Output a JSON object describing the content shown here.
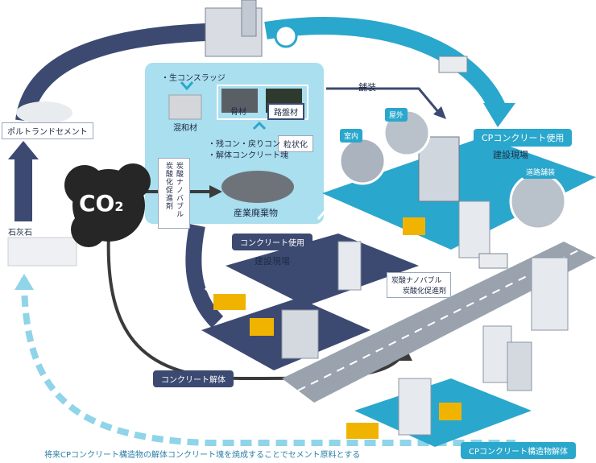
{
  "labels": {
    "portland_cement": "ポルトランドセメント",
    "limestone": "石灰石",
    "co2": "CO",
    "co2_sub": "2",
    "sludge": "・生コンスラッジ",
    "mixed_material": "混和材",
    "aggregate": "骨材",
    "roadbed": "路盤材",
    "granulate": "粒状化",
    "leftover": "・残コン・戻りコン",
    "demolished_block": "・解体コンクリート塊",
    "industrial_waste": "産業廃棄物",
    "carbonation_agent": "炭酸ナノバブル 炭酸化促進剤",
    "carbonation_agent_2a": "炭酸ナノバブル",
    "carbonation_agent_2b": "炭酸化促進剤",
    "paving": "舗装",
    "indoor": "室内",
    "outdoor": "屋外",
    "cp_use_site_1": "CPコンクリート使用",
    "cp_use_site_2": "建設現場",
    "road_paving": "道路舗装",
    "concrete_use_1": "コンクリート使用",
    "concrete_use_2": "建設現場",
    "concrete_demolition": "コンクリート解体",
    "cp_structure_demolition": "CPコンクリート構造物解体",
    "future_note": "将来CPコンクリート構造物の解体コンクリート塊を焼成することでセメント原料とする"
  },
  "colors": {
    "navy": "#3c4a72",
    "teal": "#2aa7cc",
    "light_teal": "#8fd4e8",
    "pale_teal": "#cbeaf4",
    "dashed": "#8fd4e8"
  }
}
